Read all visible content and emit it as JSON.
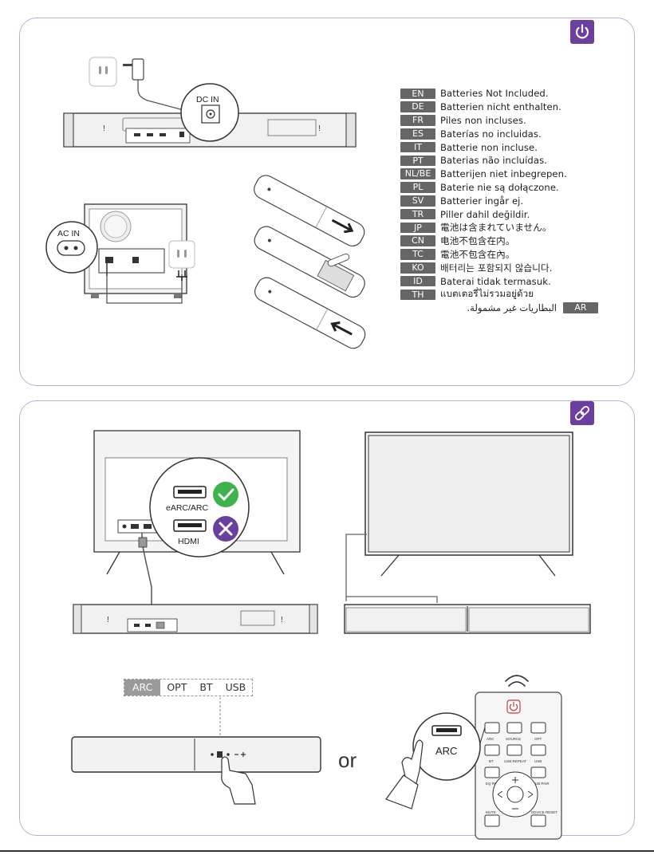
{
  "power_section": {
    "icon": "power-icon",
    "dc_in_label": "DC IN",
    "ac_in_label": "AC IN",
    "languages": [
      {
        "code": "EN",
        "text": "Batteries Not Included."
      },
      {
        "code": "DE",
        "text": "Batterien nicht enthalten."
      },
      {
        "code": "FR",
        "text": "Piles non incluses."
      },
      {
        "code": "ES",
        "text": "Baterías no incluidas."
      },
      {
        "code": "IT",
        "text": "Batterie non incluse."
      },
      {
        "code": "PT",
        "text": "Baterias não incluídas."
      },
      {
        "code": "NL/BE",
        "text": "Batterijen niet inbegrepen."
      },
      {
        "code": "PL",
        "text": "Baterie nie są dołączone."
      },
      {
        "code": "SV",
        "text": "Batterier ingår ej."
      },
      {
        "code": "TR",
        "text": "Piller dahil değildir."
      },
      {
        "code": "JP",
        "text": "電池は含まれていません。"
      },
      {
        "code": "CN",
        "text": "电池不包含在内。"
      },
      {
        "code": "TC",
        "text": "電池不包含在內。"
      },
      {
        "code": "KO",
        "text": "배터리는 포함되지 않습니다."
      },
      {
        "code": "ID",
        "text": "Baterai tidak termasuk."
      },
      {
        "code": "TH",
        "text": "แบตเตอรี่ไม่รวมอยู่ด้วย"
      },
      {
        "code": "AR",
        "text": "البطاريات غير مشمولة."
      }
    ]
  },
  "connection_section": {
    "icon": "link-icon",
    "earc_label": "eARC/ARC",
    "hdmi_label": "HDMI",
    "source_bar": [
      "ARC",
      "OPT",
      "BT",
      "USB"
    ],
    "active_source": "ARC",
    "or_text": "or",
    "remote_arc_label": "ARC",
    "remote_buttons": [
      "ARC",
      "SOURCE",
      "OPT",
      "BT",
      "USB REPEAT",
      "USB",
      "EQ RESET",
      "SUB PAIR",
      "MUTE",
      "DEVICE RESET"
    ]
  },
  "colors": {
    "accent": "#6b3fa0",
    "check_green": "#3cb44b",
    "cross_purple": "#6b3fa0",
    "panel_border": "#b9b0d8",
    "power_red": "#d0343c"
  }
}
